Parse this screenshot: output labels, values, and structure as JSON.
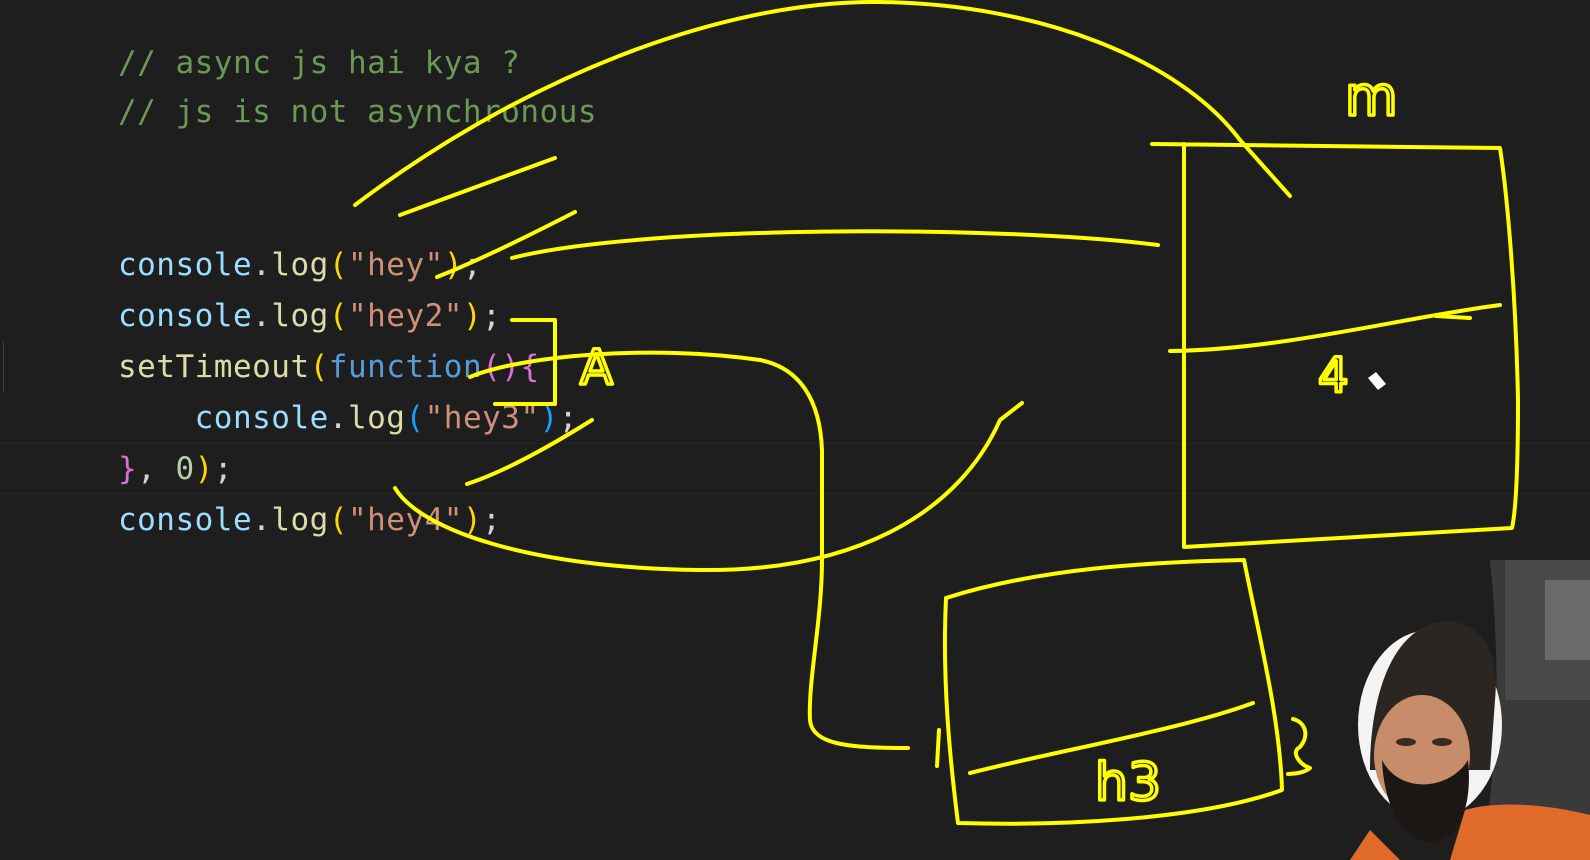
{
  "code": {
    "comment1": "// async js hai kya ?",
    "comment2": "// js is not asynchronous",
    "line1": {
      "obj": "console",
      "dot": ".",
      "method": "log",
      "open": "(",
      "arg": "\"hey\"",
      "close": ")",
      "semi": ";"
    },
    "line2": {
      "obj": "console",
      "dot": ".",
      "method": "log",
      "open": "(",
      "arg": "\"hey2\"",
      "close": ")",
      "semi": ";"
    },
    "line3": {
      "fn": "setTimeout",
      "open": "(",
      "kw": "function",
      "params": "()",
      "brace": "{"
    },
    "line4": {
      "indent": "    ",
      "obj": "console",
      "dot": ".",
      "method": "log",
      "open": "(",
      "arg": "\"hey3\"",
      "close": ")",
      "semi": ";"
    },
    "line5": {
      "brace": "}",
      "sep": ", ",
      "num": "0",
      "close": ")",
      "semi": ";"
    },
    "line6": {
      "obj": "console",
      "dot": ".",
      "method": "log",
      "open": "(",
      "arg": "\"hey4\"",
      "close": ")",
      "semi": ";"
    }
  },
  "annotations": {
    "color": "#ffff00",
    "label_A": "A",
    "label_m": "m",
    "label_4": "4",
    "label_h3": "h3"
  },
  "colors": {
    "background": "#1e1e1e",
    "comment": "#6a9955",
    "identifier": "#9cdcfe",
    "function": "#dcdcaa",
    "keyword": "#569cd6",
    "string": "#ce9178",
    "number": "#b5cea8",
    "pen": "#ffff00"
  },
  "webcam": {
    "description_icon": "presenter-webcam"
  }
}
